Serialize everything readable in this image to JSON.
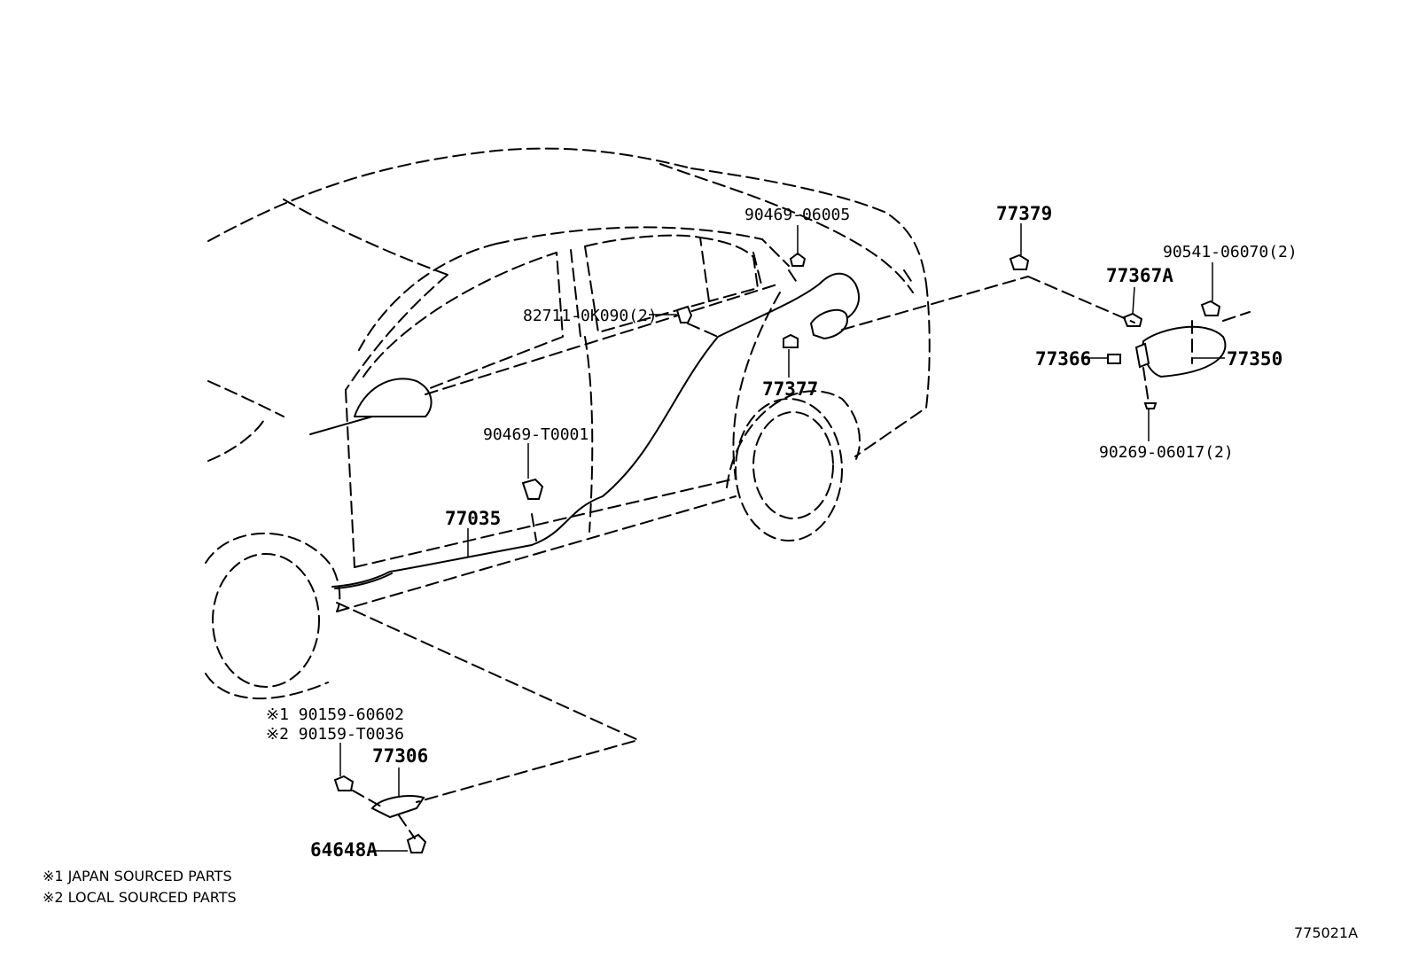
{
  "labels": {
    "p_90469_06005": "90469-06005",
    "p_82711_0k090": "82711-0K090(2)",
    "p_90469_t0001": "90469-T0001",
    "p_77035": "77035",
    "p_77377": "77377",
    "p_77379": "77379",
    "p_90541_06070": "90541-06070(2)",
    "p_77367a": "77367A",
    "p_77366": "77366",
    "p_77350": "77350",
    "p_90269_06017": "90269-06017(2)",
    "p_90159_60602": "※1 90159-60602",
    "p_90159_t0036": "※2 90159-T0036",
    "p_77306": "77306",
    "p_64648a": "64648A"
  },
  "notes": {
    "japan": "※1 JAPAN SOURCED PARTS",
    "local": "※2 LOCAL SOURCED PARTS"
  },
  "figure_id": "775021A"
}
